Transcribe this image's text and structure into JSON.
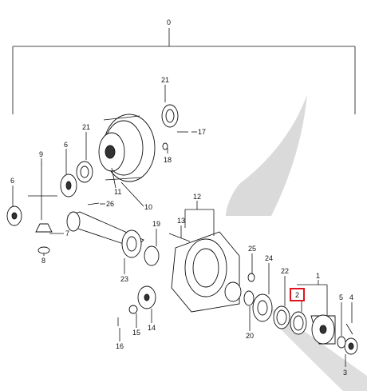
{
  "diagram": {
    "type": "exploded-parts-view",
    "callouts": [
      "0",
      "21",
      "17",
      "6",
      "9",
      "18",
      "21",
      "11",
      "26",
      "10",
      "6",
      "7",
      "12",
      "13",
      "19",
      "8",
      "23",
      "25",
      "24",
      "22",
      "1",
      "2",
      "5",
      "4",
      "14",
      "15",
      "16",
      "20",
      "3"
    ],
    "highlighted_callout": "2",
    "highlight_color": "#e0141e",
    "watermark_color": "#d8d8d8"
  }
}
